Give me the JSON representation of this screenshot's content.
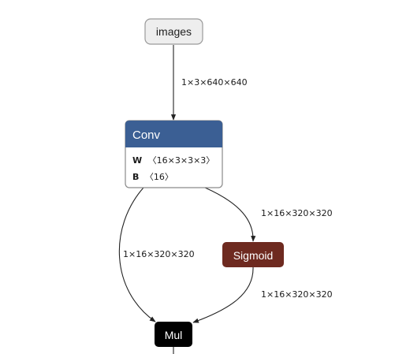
{
  "graph": {
    "nodes": {
      "images": {
        "label": "images"
      },
      "conv": {
        "label": "Conv",
        "attrs": [
          {
            "name": "W",
            "value": "〈16×3×3×3〉"
          },
          {
            "name": "B",
            "value": "〈16〉"
          }
        ]
      },
      "sigmoid": {
        "label": "Sigmoid"
      },
      "mul": {
        "label": "Mul"
      }
    },
    "edges": {
      "images_to_conv": "1×3×640×640",
      "conv_to_sigmoid": "1×16×320×320",
      "conv_to_mul": "1×16×320×320",
      "sigmoid_to_mul": "1×16×320×320"
    }
  },
  "colors": {
    "input_fill": "#eeeeee",
    "input_stroke": "#9a9a9a",
    "conv_header": "#3b5f94",
    "sigmoid_fill": "#6e2a20",
    "mul_fill": "#000000",
    "edge": "#222222"
  }
}
